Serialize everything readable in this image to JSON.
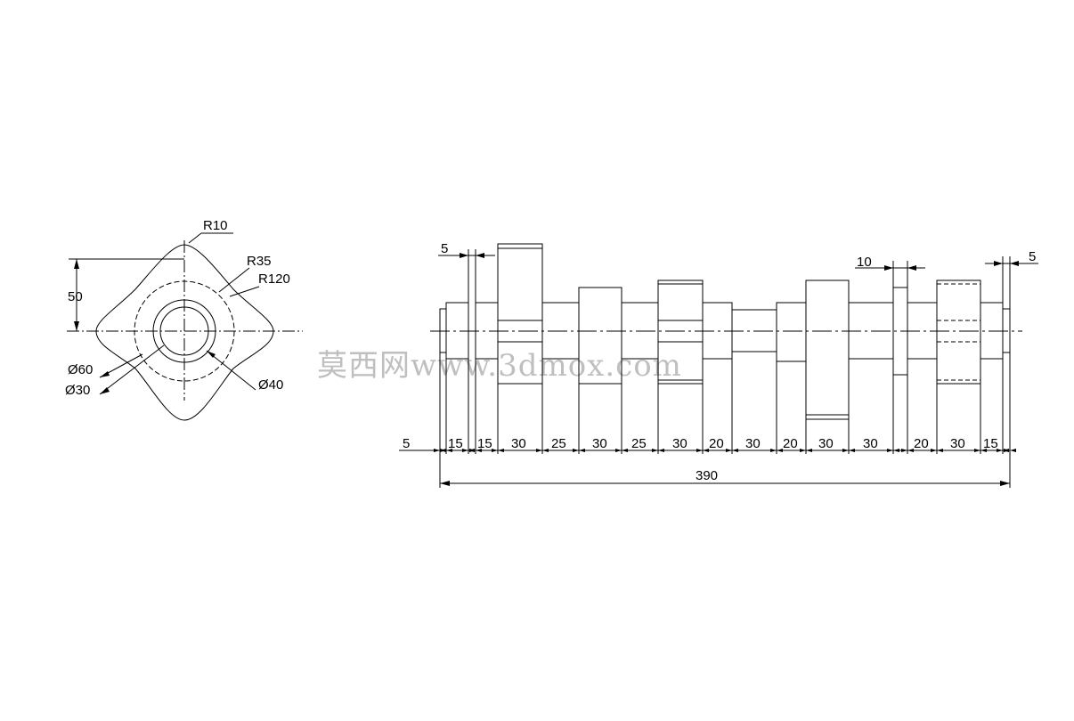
{
  "end_view": {
    "radius_labels": [
      "R10",
      "R35",
      "R120"
    ],
    "height_label": "50",
    "diameter_labels": [
      "Ø60",
      "Ø30",
      "Ø40"
    ]
  },
  "side_view": {
    "top_dims": [
      "5",
      "10",
      "5"
    ],
    "segment_dims": [
      "5",
      "15",
      "15",
      "30",
      "25",
      "30",
      "25",
      "30",
      "20",
      "30",
      "20",
      "30",
      "30",
      "20",
      "30",
      "15"
    ],
    "total_length": "390"
  },
  "watermark": "莫西网www.3dmox.com"
}
